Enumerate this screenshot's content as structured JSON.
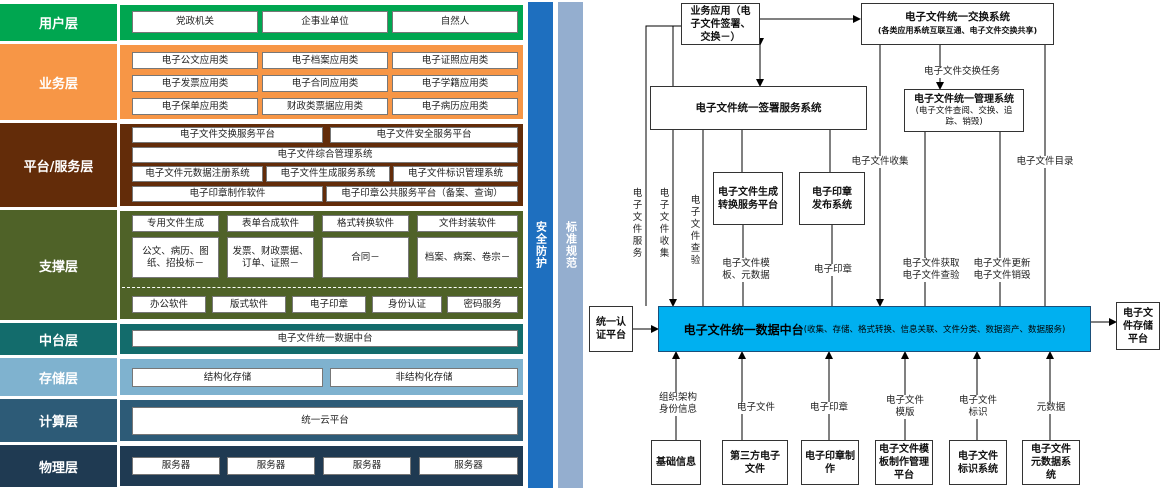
{
  "left": {
    "layers": {
      "user": {
        "label": "用户层",
        "items": [
          "党政机关",
          "企事业单位",
          "自然人"
        ]
      },
      "business": {
        "label": "业务层",
        "items": [
          "电子公文应用类",
          "电子档案应用类",
          "电子证照应用类",
          "电子发票应用类",
          "电子合同应用类",
          "电子学籍应用类",
          "电子保单应用类",
          "财政类票据应用类",
          "电子病历应用类"
        ]
      },
      "platform": {
        "label": "平台/服务层",
        "items": [
          "电子文件交换服务平台",
          "电子文件安全服务平台",
          "电子文件综合管理系统",
          "电子文件元数据注册系统",
          "电子文件生成服务系统",
          "电子文件标识管理系统",
          "电子印章制作软件",
          "电子印章公共服务平台（备案、查询）"
        ]
      },
      "support": {
        "label": "支撑层",
        "top": [
          "专用文件生成",
          "表单合成软件",
          "格式转换软件",
          "文件封装软件"
        ],
        "mid": [
          "公文、病历、图纸、招投标－",
          "发票、财政票据、订单、证照－",
          "合同－",
          "档案、病案、卷宗－"
        ],
        "bottom": [
          "办公软件",
          "版式软件",
          "电子印章",
          "身份认证",
          "密码服务"
        ]
      },
      "middle": {
        "label": "中台层",
        "items": [
          "电子文件统一数据中台"
        ]
      },
      "storage": {
        "label": "存储层",
        "items": [
          "结构化存储",
          "非结构化存储"
        ]
      },
      "compute": {
        "label": "计算层",
        "items": [
          "统一云平台"
        ]
      },
      "physical": {
        "label": "物理层",
        "items": [
          "服务器",
          "服务器",
          "服务器",
          "服务器"
        ]
      }
    },
    "security": "安全防护",
    "standard": "标准规范"
  },
  "right": {
    "biz_app": "业务应用（电子文件签署、交换－）",
    "exchange_title": "电子文件统一交换系统",
    "exchange_sub": "(各类应用系统互联互通、电子文件交换共享)",
    "exchange_task": "电子文件交换任务",
    "sign_service": "电子文件统一签署服务系统",
    "manage_title": "电子文件统一管理系统",
    "manage_sub": "(电子文件查阅、交换、追踪、销毁)",
    "gen_platform": "电子文件生成转换服务平台",
    "seal_publish": "电子印章发布系统",
    "collect_label": "电子文件收集",
    "catalog_label": "电子文件目录",
    "v_service": "电子文件服务",
    "v_collect": "电子文件收集",
    "v_check": "电子文件查验",
    "tpl_meta": "电子文件模板、元数据",
    "seal_label": "电子印章",
    "get_check": "电子文件获取\n电子文件查验",
    "update_destroy": "电子文件更新\n电子文件销毁",
    "hub_title": "电子文件统一数据中台",
    "hub_sub": "(收集、存储、格式转换、信息关联、文件分类、数据资产、数据服务)",
    "auth": "统一认证平台",
    "storage_platform": "电子文件存储平台",
    "b_labels": [
      "组织架构身份信息",
      "电子文件",
      "电子印章",
      "电子文件模版",
      "电子文件标识",
      "元数据"
    ],
    "b_boxes": [
      "基础信息",
      "第三方电子文件",
      "电子印章制作",
      "电子文件模板制作管理平台",
      "电子文件标识系统",
      "电子文件元数据系统"
    ]
  },
  "colors": {
    "user": "#00a650",
    "business": "#f79646",
    "platform": "#632c09",
    "support": "#4f6228",
    "middle": "#136c6c",
    "storage": "#7fb2cf",
    "compute": "#2d5b77",
    "physical": "#1f3a52",
    "security": "#1e6fbf",
    "standard": "#94aecf",
    "hub": "#00b0f0"
  }
}
